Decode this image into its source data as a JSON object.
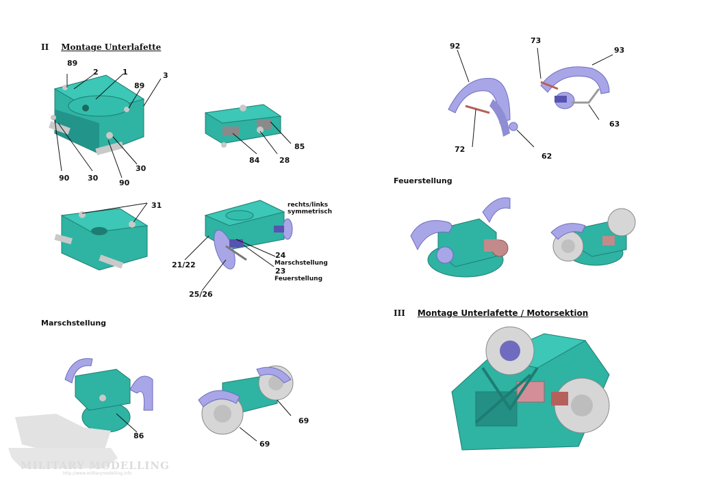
{
  "section2": {
    "roman": "II",
    "title": "Montage Unterlafette"
  },
  "section3": {
    "roman": "III",
    "title": "Montage Unterlafette / Motorsektion"
  },
  "headings": {
    "marsch": "Marschstellung",
    "feuer": "Feuerstellung"
  },
  "labels": {
    "p1": "1",
    "p2": "2",
    "p3": "3",
    "p89a": "89",
    "p89b": "89",
    "p90a": "90",
    "p90b": "90",
    "p30a": "30",
    "p30b": "30",
    "p84": "84",
    "p28": "28",
    "p85": "85",
    "p31": "31",
    "p2122": "21/22",
    "p2526": "25/26",
    "p24": "24",
    "p23": "23",
    "p92": "92",
    "p73": "73",
    "p93": "93",
    "p72": "72",
    "p62": "62",
    "p63": "63",
    "p86": "86",
    "p69a": "69",
    "p69b": "69"
  },
  "notes": {
    "rl1": "rechts/links",
    "rl2": "symmetrisch",
    "marsch": "Marschstellung",
    "feuer": "Feuerstellung"
  },
  "watermark": {
    "text": "MILITARY MODELLING",
    "sub": "http://www.militarymodelling.info"
  },
  "colors": {
    "teal": "#2fb3a3",
    "tealDark": "#1d7d72",
    "lavender": "#a8a6e6",
    "lavDark": "#6f6cc0",
    "grey": "#c9c9c9",
    "rust": "#b5605a"
  }
}
